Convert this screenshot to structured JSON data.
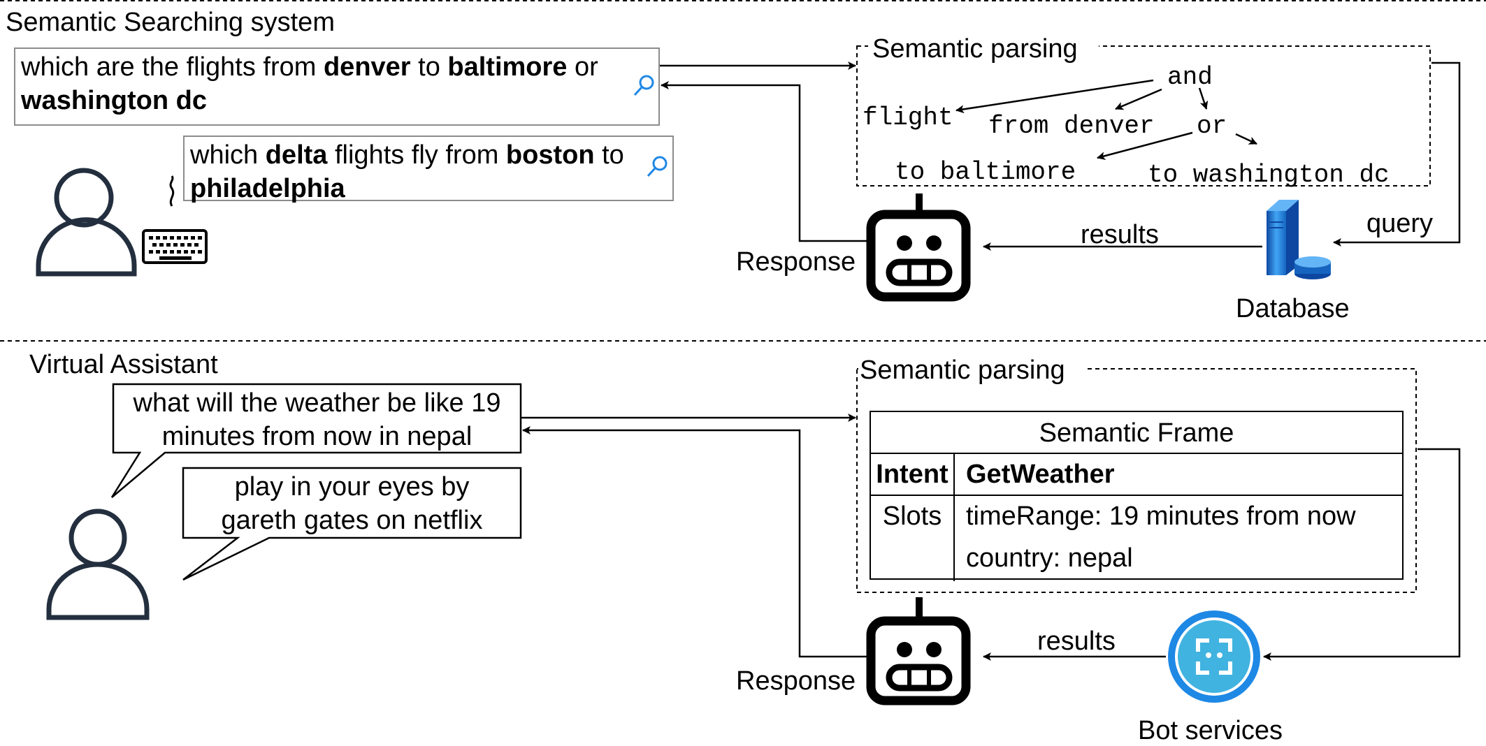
{
  "top": {
    "title": "Semantic Searching system",
    "query1": {
      "p1": "which are the flights from ",
      "b1": "denver",
      "p2": " to ",
      "b2": "baltimore",
      "p3": " or",
      "b3": "washington dc"
    },
    "query2": {
      "p1": "which ",
      "b1": "delta",
      "p2": " flights fly from ",
      "b2": "boston",
      "p3": " to",
      "b3": "philadelphia"
    },
    "parsing_label": "Semantic parsing",
    "tree": {
      "and": "and",
      "flight": "flight",
      "from_denver": "from denver",
      "or": "or",
      "to_baltimore": "to baltimore",
      "to_washington": "to washington dc"
    },
    "query_label": "query",
    "results_label": "results",
    "response_label": "Response",
    "database_label": "Database"
  },
  "bottom": {
    "title": "Virtual Assistant",
    "utterance1": [
      "what will the weather be like 19",
      "minutes from now in nepal"
    ],
    "utterance2": [
      "play in your eyes by",
      "gareth gates on netflix"
    ],
    "parsing_label": "Semantic parsing",
    "frame": {
      "title": "Semantic Frame",
      "intent_key": "Intent",
      "intent_value": "GetWeather",
      "slots_key": "Slots",
      "slot1": "timeRange: 19 minutes from now",
      "slot2": "country: nepal"
    },
    "results_label": "results",
    "response_label": "Response",
    "bot_services_label": "Bot services"
  },
  "colors": {
    "search_icon": "#1e88e5",
    "user_icon": "#232f3e",
    "bot_services_outer": "#1e88e5",
    "bot_services_inner": "#41b3e0",
    "database_blue": "#1565c0"
  }
}
